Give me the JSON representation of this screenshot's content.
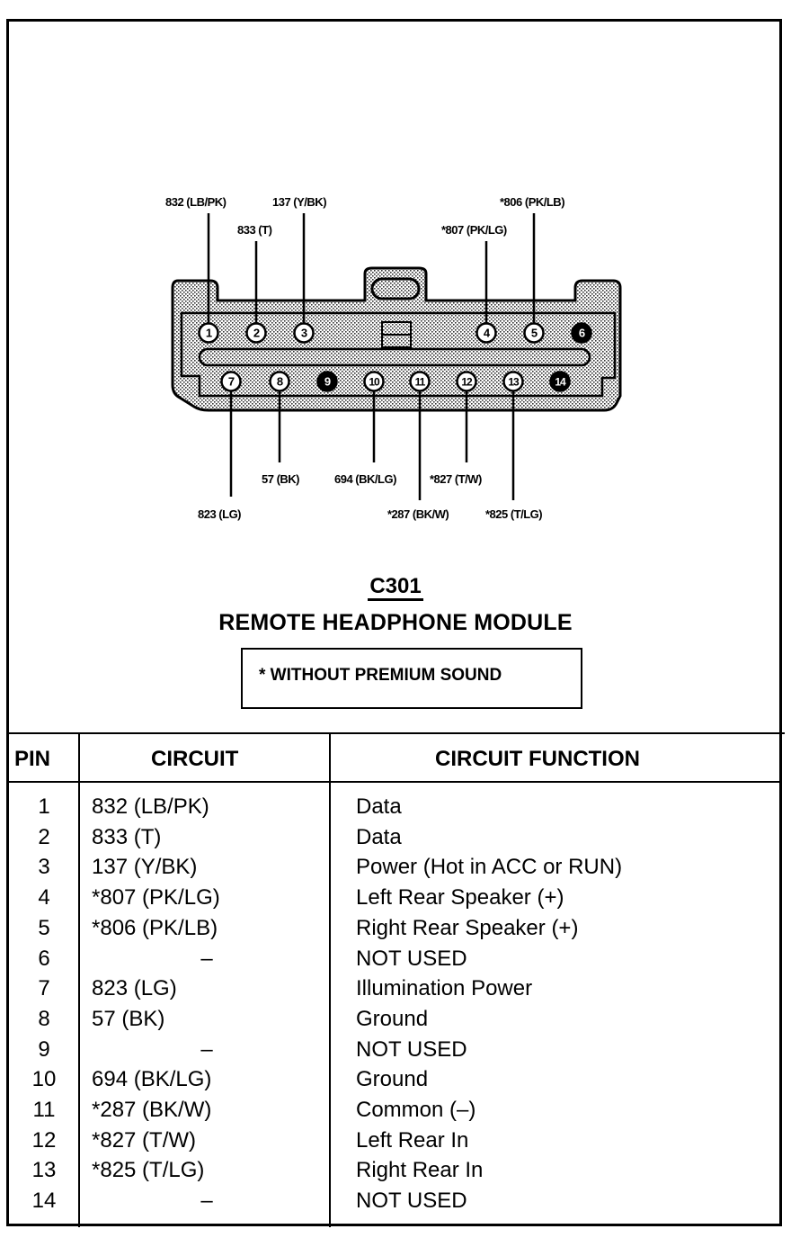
{
  "connector": {
    "id": "C301",
    "name": "REMOTE HEADPHONE MODULE",
    "note": "*  WITHOUT PREMIUM SOUND",
    "top_row_pins": [
      "1",
      "2",
      "3",
      "4",
      "5",
      "6"
    ],
    "bottom_row_pins": [
      "7",
      "8",
      "9",
      "10",
      "11",
      "12",
      "13",
      "14"
    ],
    "unused_pins": [
      "6",
      "9",
      "14"
    ],
    "wire_labels": {
      "pin1": "832 (LB/PK)",
      "pin2": "833 (T)",
      "pin3": "137 (Y/BK)",
      "pin4": "*807 (PK/LG)",
      "pin5": "*806 (PK/LB)",
      "pin7": "823 (LG)",
      "pin8": "57 (BK)",
      "pin10": "694 (BK/LG)",
      "pin11": "*287 (BK/W)",
      "pin12": "*827 (T/W)",
      "pin13": "*825 (T/LG)"
    }
  },
  "table": {
    "headers": [
      "PIN",
      "CIRCUIT",
      "CIRCUIT FUNCTION"
    ],
    "rows": [
      {
        "pin": "1",
        "circuit": "832 (LB/PK)",
        "function": "Data"
      },
      {
        "pin": "2",
        "circuit": "833 (T)",
        "function": "Data"
      },
      {
        "pin": "3",
        "circuit": "137 (Y/BK)",
        "function": "Power (Hot in ACC or RUN)"
      },
      {
        "pin": "4",
        "circuit": "*807 (PK/LG)",
        "function": "Left Rear Speaker (+)"
      },
      {
        "pin": "5",
        "circuit": "*806 (PK/LB)",
        "function": "Right Rear Speaker (+)"
      },
      {
        "pin": "6",
        "circuit": "–",
        "function": "NOT USED"
      },
      {
        "pin": "7",
        "circuit": "823 (LG)",
        "function": "Illumination Power"
      },
      {
        "pin": "8",
        "circuit": "57 (BK)",
        "function": "Ground"
      },
      {
        "pin": "9",
        "circuit": "–",
        "function": "NOT USED"
      },
      {
        "pin": "10",
        "circuit": "694 (BK/LG)",
        "function": "Ground"
      },
      {
        "pin": "11",
        "circuit": "*287 (BK/W)",
        "function": "Common (–)"
      },
      {
        "pin": "12",
        "circuit": "*827 (T/W)",
        "function": "Left Rear In"
      },
      {
        "pin": "13",
        "circuit": "*825 (T/LG)",
        "function": "Right Rear In"
      },
      {
        "pin": "14",
        "circuit": "–",
        "function": "NOT USED"
      }
    ]
  }
}
